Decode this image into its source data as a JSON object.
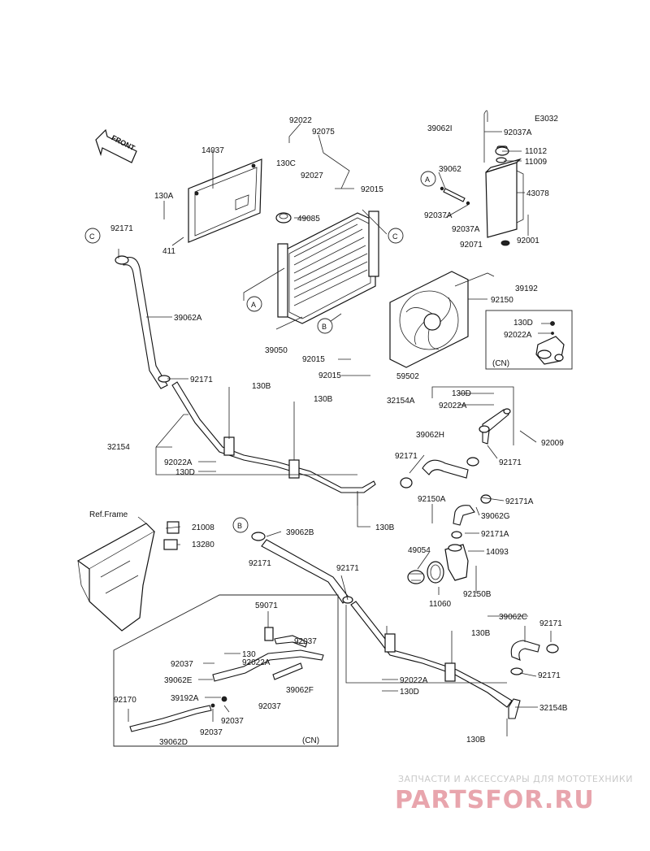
{
  "diagram_code": "E3032",
  "front_label": "FRONT",
  "ref_frame_label": "Ref.Frame",
  "cn_label": "(CN)",
  "callouts": {
    "a": "A",
    "b": "B",
    "c": "C"
  },
  "watermark": {
    "line1": "ЗАПЧАСТИ И АКСЕССУАРЫ ДЛЯ МОТОТЕХНИКИ",
    "line2": "PARTSFOR.RU"
  },
  "part_labels": [
    "14037",
    "130A",
    "411",
    "92022",
    "92075",
    "130C",
    "92027",
    "92015",
    "49085",
    "39050",
    "92015",
    "92015",
    "59502",
    "39062I",
    "92037A",
    "11012",
    "11009",
    "39062",
    "43078",
    "92037A",
    "92037A",
    "92001",
    "92071",
    "92150",
    "39192",
    "130D",
    "92022A",
    "92171",
    "39062A",
    "92171",
    "130B",
    "130B",
    "32154",
    "92022A",
    "130D",
    "130B",
    "32154A",
    "130D",
    "92022A",
    "92009",
    "39062H",
    "92171",
    "92171",
    "92171A",
    "92150A",
    "39062G",
    "92171A",
    "21008",
    "13280",
    "39062B",
    "92171",
    "92171",
    "49054",
    "14093",
    "11060",
    "92150B",
    "59071",
    "92037",
    "92037",
    "130",
    "92022A",
    "39062E",
    "39062F",
    "92170",
    "39192A",
    "92037",
    "92037",
    "92037",
    "39062D",
    "39062C",
    "92171",
    "130B",
    "92171",
    "92022A",
    "130D",
    "32154B",
    "130B"
  ]
}
